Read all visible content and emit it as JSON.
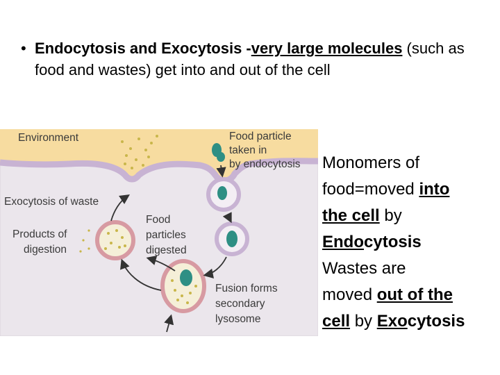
{
  "heading": {
    "bullet": "•",
    "part1": "Endocytosis and Exocytosis -",
    "part2": "very large molecules",
    "part3": " (such as food and wastes) get into and out of the cell"
  },
  "diagram": {
    "environment": "Environment",
    "food_particle_1": "Food particle",
    "food_particle_2": "taken in",
    "food_particle_3": "by endocytosis",
    "exocytosis": "Exocytosis of waste",
    "products_1": "Products of",
    "products_2": "digestion",
    "digested_1": "Food",
    "digested_2": "particles",
    "digested_3": "digested",
    "fusion_1": "Fusion forms",
    "fusion_2": "secondary",
    "fusion_3": "lysosome",
    "colors": {
      "environment": "#f7dca0",
      "membrane": "#c8b3d3",
      "cytoplasm": "#e9e4ea",
      "food": "#2e8f84",
      "lysosome_dots": "#c9b64a",
      "lysosome_ring": "#d79aa2"
    }
  },
  "side": {
    "l1": "Monomers of",
    "l2a": "food=moved ",
    "l2b": "into",
    "l3a": "the cell",
    "l3b": " by",
    "l4a": "Endo",
    "l4b": "cytosis",
    "l5": "Wastes are",
    "l6a": "moved ",
    "l6b": "out of the",
    "l7a": "cell",
    "l7b": " by ",
    "l7c": "Exo",
    "l7d": "cytosis"
  }
}
